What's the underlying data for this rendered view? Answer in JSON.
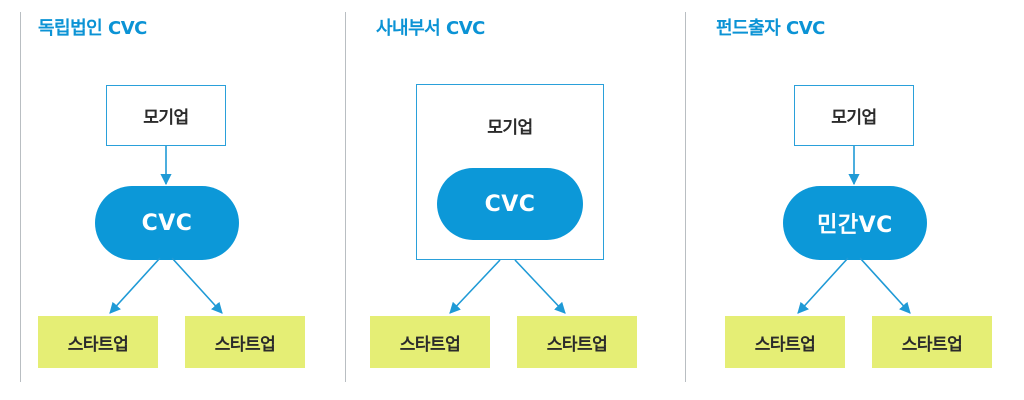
{
  "panels": [
    {
      "title": "독립법인 CVC",
      "parent": "모기업",
      "middle": "CVC",
      "startups": [
        "스타트업",
        "스타트업"
      ]
    },
    {
      "title": "사내부서 CVC",
      "parent": "모기업",
      "middle": "CVC",
      "startups": [
        "스타트업",
        "스타트업"
      ]
    },
    {
      "title": "펀드출자 CVC",
      "parent": "모기업",
      "middle": "민간VC",
      "startups": [
        "스타트업",
        "스타트업"
      ]
    }
  ],
  "colors": {
    "title": "#0b93d5",
    "pill": "#0c98d8",
    "box_border": "#2aa0da",
    "startup_fill": "#e5ee75",
    "arrow": "#1f9ad6",
    "divider": "#b9bec2"
  }
}
